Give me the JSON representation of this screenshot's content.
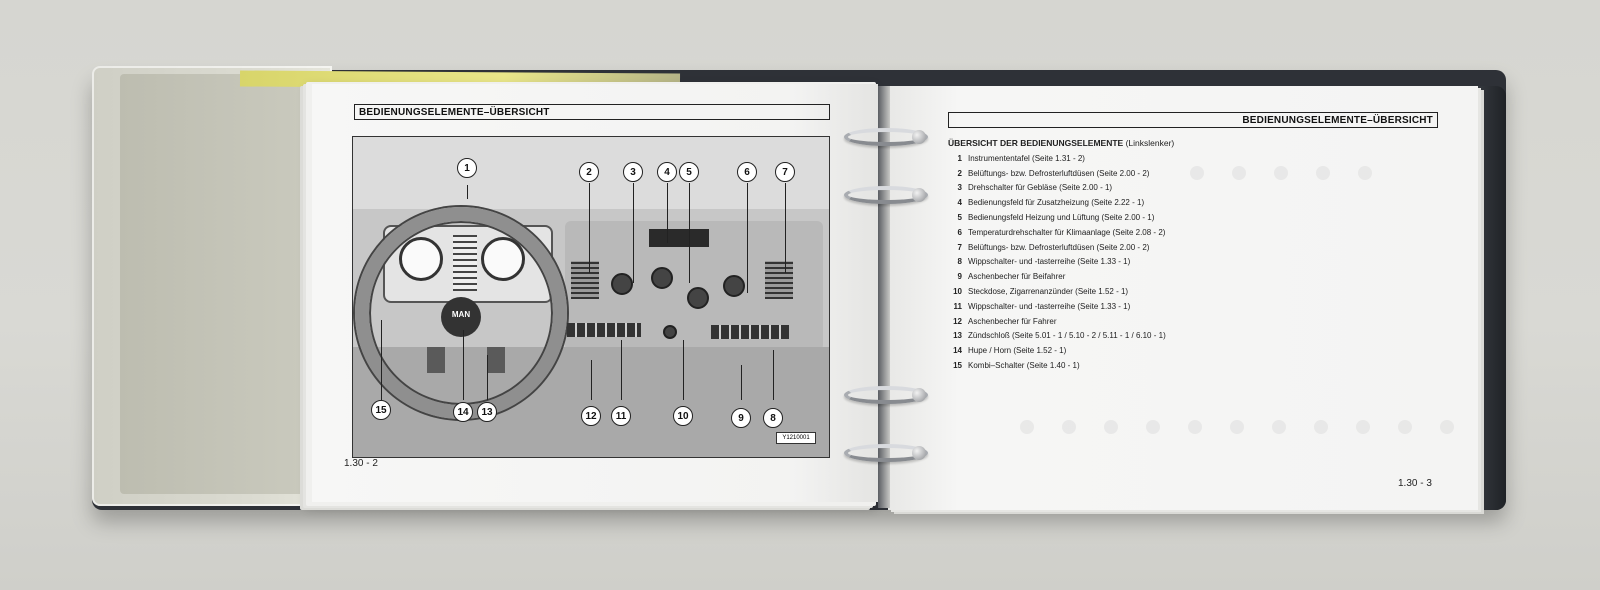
{
  "left_page": {
    "header": "BEDIENUNGSELEMENTE–ÜBERSICHT",
    "page_number": "1.30 - 2",
    "image_code": "Y1210001",
    "logo_text": "MAN",
    "callouts": [
      "1",
      "2",
      "3",
      "4",
      "5",
      "6",
      "7",
      "8",
      "9",
      "10",
      "11",
      "12",
      "13",
      "14",
      "15"
    ]
  },
  "right_page": {
    "header": "BEDIENUNGSELEMENTE–ÜBERSICHT",
    "page_number": "1.30 - 3",
    "list_title_bold": "ÜBERSICHT DER BEDIENUNGSELEMENTE",
    "list_title_suffix": "(Linkslenker)",
    "items": [
      {
        "num": "1",
        "text": "Instrumententafel (Seite 1.31 - 2)"
      },
      {
        "num": "2",
        "text": "Belüftungs- bzw. Defrosterluftdüsen (Seite 2.00 - 2)"
      },
      {
        "num": "3",
        "text": "Drehschalter für Gebläse (Seite 2.00 - 1)"
      },
      {
        "num": "4",
        "text": "Bedienungsfeld für Zusatzheizung (Seite 2.22 - 1)"
      },
      {
        "num": "5",
        "text": "Bedienungsfeld Heizung und Lüftung (Seite 2.00 - 1)"
      },
      {
        "num": "6",
        "text": "Temperaturdrehschalter für Klimaanlage (Seite 2.08 - 2)"
      },
      {
        "num": "7",
        "text": "Belüftungs- bzw. Defrosterluftdüsen (Seite 2.00 - 2)"
      },
      {
        "num": "8",
        "text": "Wippschalter- und -tasterreihe (Seite 1.33 - 1)"
      },
      {
        "num": "9",
        "text": "Aschenbecher für Beifahrer"
      },
      {
        "num": "10",
        "text": "Steckdose, Zigarrenanzünder (Seite 1.52 - 1)"
      },
      {
        "num": "11",
        "text": "Wippschalter- und -tasterreihe (Seite 1.33 - 1)"
      },
      {
        "num": "12",
        "text": "Aschenbecher für Fahrer"
      },
      {
        "num": "13",
        "text": "Zündschloß (Seite 5.01 - 1 / 5.10 - 2 / 5.11 - 1 / 6.10 - 1)"
      },
      {
        "num": "14",
        "text": "Hupe / Horn (Seite 1.52 - 1)"
      },
      {
        "num": "15",
        "text": "Kombi–Schalter (Seite 1.40 - 1)"
      }
    ]
  },
  "colors": {
    "background": "#d6d6d1",
    "binder": "#2e3137",
    "page": "#f4f4f3",
    "yellow_tab": "#e9e689",
    "rings": "#a9acb1"
  }
}
